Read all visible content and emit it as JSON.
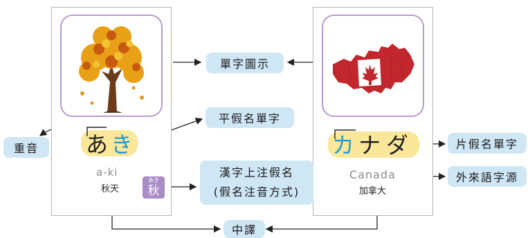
{
  "left_card": {
    "word_kana": [
      "あ",
      "き"
    ],
    "romaji": "a-ki",
    "meaning": "秋天",
    "kanji": "秋",
    "kanji_ruby": "あき"
  },
  "right_card": {
    "word_kana": [
      "カ",
      "ナ",
      "ダ"
    ],
    "romaji": "Canada",
    "meaning": "加拿大"
  },
  "labels": {
    "picture": "單字圖示",
    "hiragana_word": "平假名單字",
    "accent": "重音",
    "kanji_ruby_line1": "漢字上注假名",
    "kanji_ruby_line2": "(假名注音方式)",
    "translation": "中譯",
    "katakana_word": "片假名單字",
    "loanword_source": "外來語字源"
  },
  "colors": {
    "highlight": "#fbe79a",
    "label_bg": "#cfe6f5",
    "accent_kana": "#1e9bd7",
    "frame": "#b69bcf"
  },
  "icons": [
    "autumn-tree-icon",
    "canada-map-icon"
  ]
}
